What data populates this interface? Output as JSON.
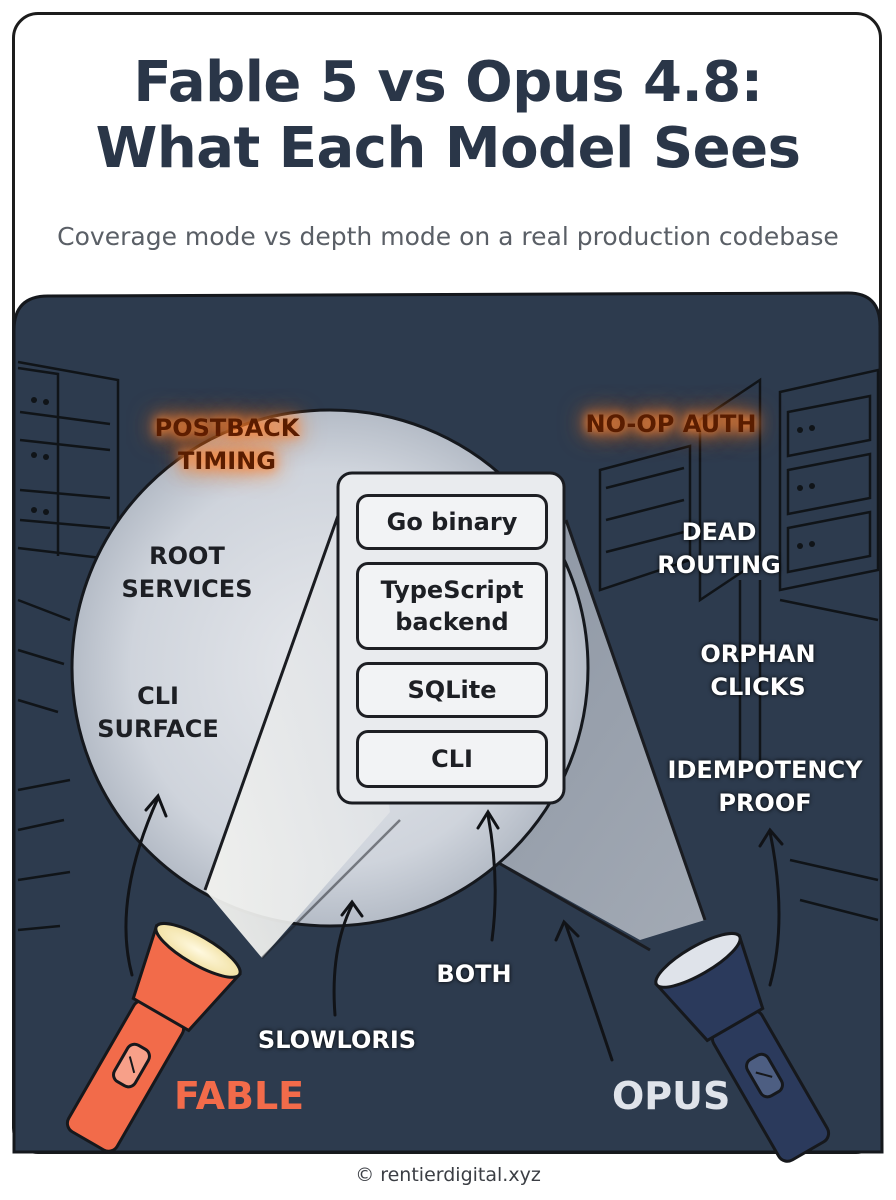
{
  "header": {
    "title_line1": "Fable 5 vs Opus 4.8:",
    "title_line2": "What Each Model Sees",
    "subtitle": "Coverage mode vs depth mode on a real production codebase"
  },
  "fable": {
    "name": "FABLE",
    "color": "#f26b4a",
    "labels": {
      "postback": "POSTBACK\nTIMING",
      "root_services": "ROOT\nSERVICES",
      "cli_surface": "CLI\nSURFACE",
      "slowloris": "SLOWLORIS"
    }
  },
  "opus": {
    "name": "OPUS",
    "color": "#2b3a5c",
    "labels": {
      "noop_auth": "NO-OP AUTH",
      "dead_routing": "DEAD\nROUTING",
      "orphan_clicks": "ORPHAN\nCLICKS",
      "idempotency": "IDEMPOTENCY\nPROOF"
    }
  },
  "shared": {
    "label": "BOTH",
    "stack": [
      "Go binary",
      "TypeScript\nbackend",
      "SQLite",
      "CLI"
    ]
  },
  "colors": {
    "panel": "#2d3b4e",
    "highlight": "#ff8a3a"
  },
  "footer": {
    "credit": "© rentierdigital.xyz"
  }
}
